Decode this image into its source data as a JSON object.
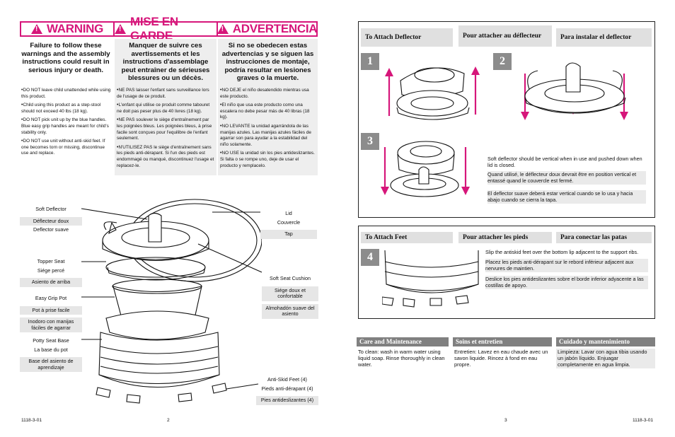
{
  "warnings": {
    "headers": [
      "WARNING",
      "MISE EN GARDE",
      "ADVERTENCIA"
    ],
    "leads": [
      "Failure to follow these warnings and the assembly instructions could result in serious injury or death.",
      "Manquer de suivre ces avertissements et les instructions d'assemblage peut entraîner de sérieuses blessures ou un décès.",
      "Si no se obedecen estas advertencias y se siguen las instrucciones de montaje, podría resultar en lesiones graves o la muerte."
    ],
    "en": [
      "DO NOT leave child unattended while using this product.",
      "Child using this product as a step-stool should not exceed 40 lbs (18 kg).",
      "DO NOT pick unit up by the blue handles. Blue easy grip handles are meant for child's stability only.",
      "DO NOT use unit without anti-skid feet. If one becomes torn or missing, discontinue use and replace."
    ],
    "fr": [
      "NE PAS laisser l'enfant sans surveillance lors de l'usage de ce produit.",
      "L'enfant qui utilise ce produit comme tabouret ne doit pas peser plus de 40 livres (18 kg).",
      "NE PAS soulever le siège d'entraînement par les poignées bleus. Les poignées bleus, à prise facile sont conçues pour l'equilibre de l'enfant seulement.",
      "N'UTILISEZ PAS le siège d'entraînement sans les pieds anti-dérapant. Si l'un des pieds est endommagé ou manqué, discontinuez l'usage et replacez-le."
    ],
    "es": [
      "NO DEJE el niño desatendido mientras usa este producto.",
      "El niño que usa este producto como una escalera no debe pesar más de 40 libras (18 kg).",
      "NO LEVANTE la unidad agarrándola de las manijas azules. Las manijas azules fáciles de agarrar son para ayudar a la estabilidad del niño solamente.",
      "NO USE la unidad sin los pies antideslizantes. Si falta o se rompe uno, deje de usar el producto y remplacelo."
    ]
  },
  "parts": {
    "deflector": [
      "Soft Deflector",
      "Déflecteur doux",
      "Deflector suave"
    ],
    "topper": [
      "Topper Seat",
      "Siége percé",
      "Asiento de arriba"
    ],
    "pot": [
      "Easy Grip Pot",
      "Pot à prise facile",
      "Inodoro con manijas fáciles de agarrar"
    ],
    "base": [
      "Potty Seat Base",
      "La base du pot",
      "Base del asiento de aprendizaje"
    ],
    "lid": [
      "Lid",
      "Couvercle",
      "Tap"
    ],
    "cushion": [
      "Soft Seat Cushion",
      "Siége doux et confortable",
      "Almohadón suave del asiento"
    ],
    "feet": [
      "Anti-Skid Feet (4)",
      "Pieds anti-dérapant (4)",
      "Pies antideslizantes (4)"
    ]
  },
  "deflector_section": {
    "headers": [
      "To Attach Deflector",
      "Pour attacher au déflecteur",
      "Para instalar el deflector"
    ],
    "steps": [
      "1",
      "2",
      "3"
    ],
    "notes": [
      "Soft deflector should be vertical when in use and pushed down when lid is closed.",
      "Quand utilisé, le déflecteur doux devrait être en position vertical et entassé quand le couvercle est fermé.",
      "El deflector suave deberá estar vertical cuando se lo usa y hacia abajo cuando se cierra la tapa."
    ]
  },
  "feet_section": {
    "headers": [
      "To Attach Feet",
      "Pour attacher les pieds",
      "Para conectar las patas"
    ],
    "step": "4",
    "notes": [
      "Slip the antiskid feet over the bottom lip adjacent to the support ribs.",
      "Placez les pieds anti-dérapant sur le rebord inférieur adjacent aux nervures de maintien.",
      "Deslice los pies antideslizantes sobre el borde inferior adyacente a las costillas de apoyo."
    ]
  },
  "care": {
    "headers": [
      "Care and Maintenance",
      "Soins et entretien",
      "Cuidado y mantenimiento"
    ],
    "texts": [
      "To clean: wash in warm water using liquid soap. Rinse thoroughly in clean water.",
      "Entretien: Lavez en eau chaude avec un savon liquide. Rincez à fond en eau propre.",
      "Limpieza: Lavar con agua tibia usando un jabón líquido. Enjuagar completamente en agua limpia."
    ]
  },
  "footer": {
    "code_left": "1118-3-01",
    "page_left": "2",
    "page_right": "3",
    "code_right": "1118-3-01"
  },
  "colors": {
    "accent": "#d6167a",
    "arrow": "#d6167a",
    "step_bg": "#8c8c8c",
    "shade": "#e0e0e0"
  }
}
